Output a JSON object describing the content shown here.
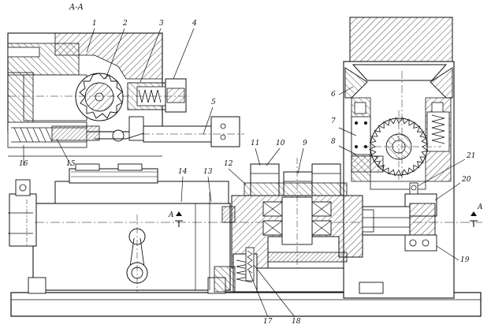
{
  "section_title": "A-A",
  "section_marker_left": "A",
  "section_marker_right": "A",
  "callouts": [
    "1",
    "2",
    "3",
    "4",
    "5",
    "6",
    "7",
    "8",
    "9",
    "10",
    "11",
    "12",
    "13",
    "14",
    "15",
    "16",
    "17",
    "18",
    "19",
    "20",
    "21"
  ]
}
